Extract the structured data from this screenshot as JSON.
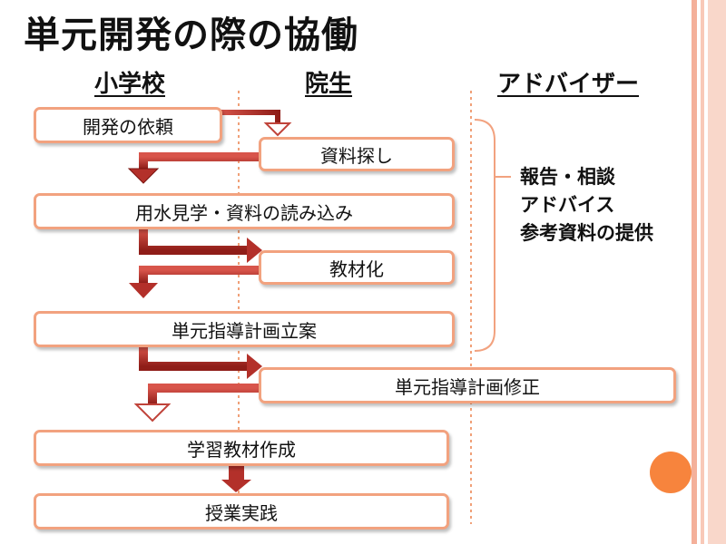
{
  "slide": {
    "title": "単元開発の際の協働",
    "columns": {
      "school": "小学校",
      "grad": "院生",
      "advisor": "アドバイザー"
    }
  },
  "steps": {
    "request": "開発の依頼",
    "materials_search": "資料探し",
    "field_trip": "用水見学・資料の読み込み",
    "materialize": "教材化",
    "unit_plan": "単元指導計画立案",
    "unit_plan_revision": "単元指導計画修正",
    "create_materials": "学習教材作成",
    "practice": "授業実践"
  },
  "advisor_support": [
    "報告・相談",
    "アドバイス",
    "参考資料の提供"
  ],
  "colors": {
    "box_border": "#f2a27f",
    "divider": "#f0a078",
    "arrow_red": "#b3302a",
    "accent_dot": "#f7843d"
  }
}
